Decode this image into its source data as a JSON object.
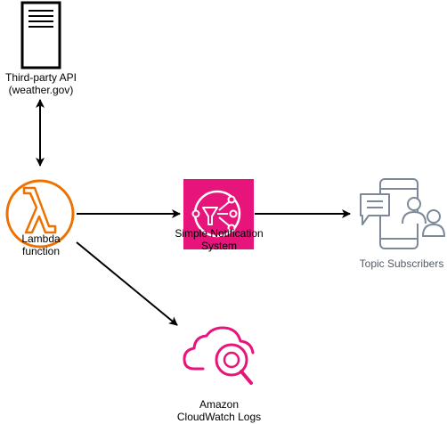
{
  "colors": {
    "lambda": "#ED7100",
    "sns": "#E7157B",
    "cloudwatch": "#E7157B",
    "subscribers": "#7D8998",
    "arrow": "#000000",
    "server": "#000000"
  },
  "nodes": {
    "api": {
      "icon": "server-icon",
      "line1": "Third-party API",
      "line2": "(weather.gov)"
    },
    "lambda": {
      "icon": "lambda-icon",
      "line1": "Lambda",
      "line2": "function"
    },
    "sns": {
      "icon": "sns-icon",
      "line1": "Simple Notification",
      "line2": "System"
    },
    "subscribers": {
      "icon": "mobile-users-icon",
      "line1": "Topic Subscribers"
    },
    "cloudwatch": {
      "icon": "cloudwatch-logs-icon",
      "line1": "Amazon",
      "line2": "CloudWatch Logs"
    }
  },
  "edges": [
    {
      "from": "api",
      "to": "lambda",
      "direction": "both"
    },
    {
      "from": "lambda",
      "to": "sns",
      "direction": "forward"
    },
    {
      "from": "sns",
      "to": "subscribers",
      "direction": "forward"
    },
    {
      "from": "lambda",
      "to": "cloudwatch",
      "direction": "forward"
    }
  ]
}
